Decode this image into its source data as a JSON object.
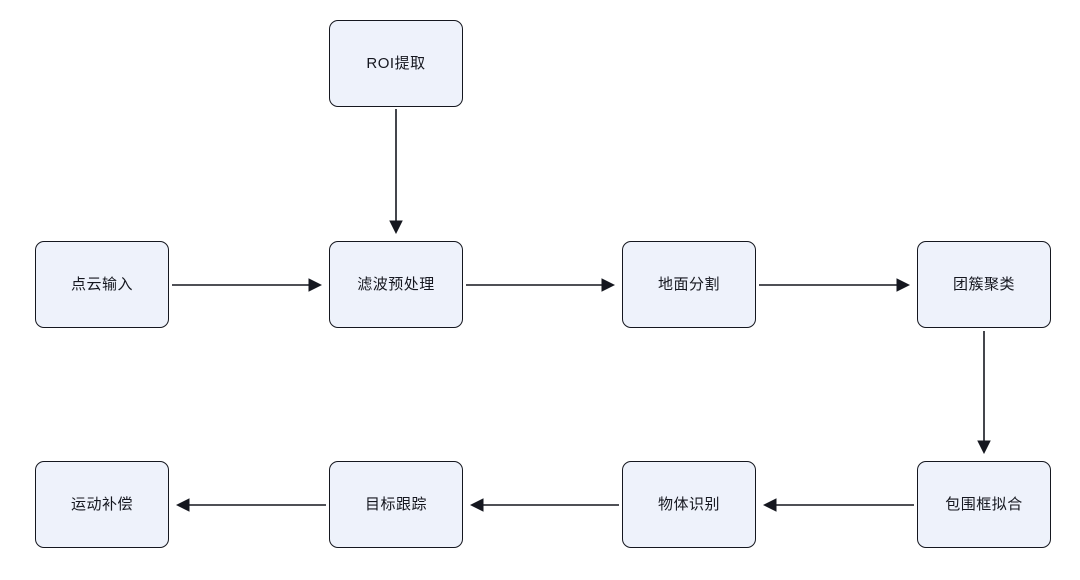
{
  "diagram": {
    "type": "flowchart",
    "nodes": {
      "roi": {
        "label": "ROI提取"
      },
      "point_cloud_input": {
        "label": "点云输入"
      },
      "filter_preprocess": {
        "label": "滤波预处理"
      },
      "ground_segmentation": {
        "label": "地面分割"
      },
      "clustering": {
        "label": "团簇聚类"
      },
      "bounding_box_fitting": {
        "label": "包围框拟合"
      },
      "object_recognition": {
        "label": "物体识别"
      },
      "target_tracking": {
        "label": "目标跟踪"
      },
      "motion_compensation": {
        "label": "运动补偿"
      }
    },
    "edges": [
      {
        "from": "roi",
        "to": "filter_preprocess",
        "direction": "down"
      },
      {
        "from": "point_cloud_input",
        "to": "filter_preprocess",
        "direction": "right"
      },
      {
        "from": "filter_preprocess",
        "to": "ground_segmentation",
        "direction": "right"
      },
      {
        "from": "ground_segmentation",
        "to": "clustering",
        "direction": "right"
      },
      {
        "from": "clustering",
        "to": "bounding_box_fitting",
        "direction": "down"
      },
      {
        "from": "bounding_box_fitting",
        "to": "object_recognition",
        "direction": "left"
      },
      {
        "from": "object_recognition",
        "to": "target_tracking",
        "direction": "left"
      },
      {
        "from": "target_tracking",
        "to": "motion_compensation",
        "direction": "left"
      }
    ],
    "colors": {
      "node_fill": "#eef2fb",
      "node_border": "#15171f",
      "arrow": "#15171f",
      "background": "#ffffff"
    }
  }
}
